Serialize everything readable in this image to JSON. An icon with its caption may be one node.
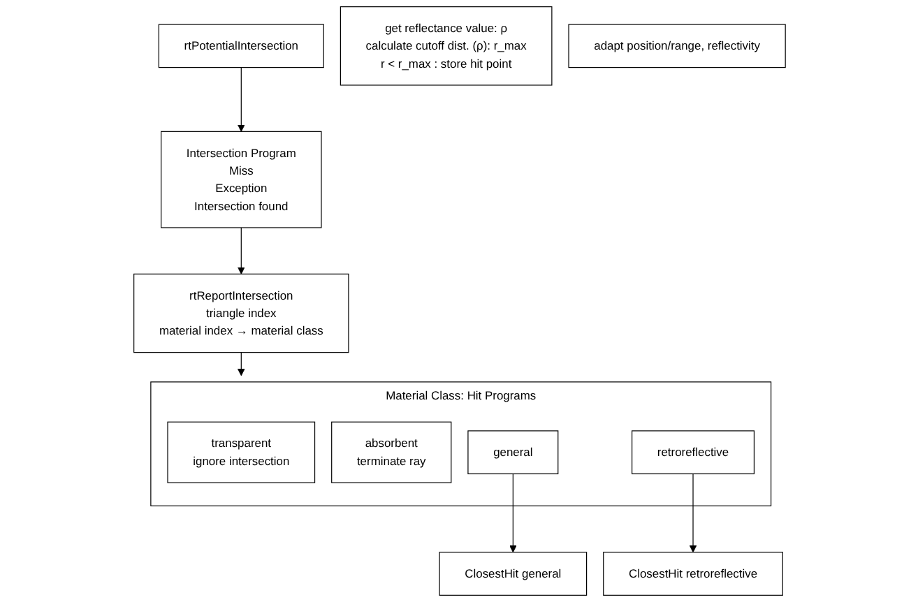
{
  "diagram": {
    "nodes": [
      {
        "text": [
          "rtPotentialIntersection"
        ]
      },
      {
        "text": [
          "Intersection Program",
          "Miss",
          "Exception",
          "Intersection found"
        ]
      },
      {
        "text": [
          "rtReportIntersection",
          "triangle index",
          "material index → material class"
        ]
      },
      {
        "text": [
          "Material Class: Hit Programs"
        ]
      },
      {
        "text": [
          "transparent",
          "ignore intersection"
        ],
        "in": 3
      },
      {
        "text": [
          "absorbent",
          "terminate ray"
        ],
        "in": 3
      },
      {
        "text": [
          "general"
        ],
        "in": 3
      },
      {
        "text": [
          "retroreflective"
        ],
        "in": 3
      },
      {
        "text": [
          "ClosestHit general"
        ]
      },
      {
        "text": [
          "ClosestHit retroreflective"
        ]
      },
      {
        "text": [
          "get reflectance value: ρ",
          "calculate cutoff dist. (ρ): r_max",
          "r < r_max : store hit point"
        ]
      },
      {
        "text": [
          "adapt position/range, reflectivity"
        ]
      }
    ],
    "edges": [
      {
        "from": 0,
        "to": 1,
        "arrow": "to"
      },
      {
        "from": 1,
        "to": 2,
        "arrow": "to"
      },
      {
        "from": 2,
        "to": 3,
        "arrow": "to"
      },
      {
        "from": 6,
        "to": 8,
        "arrow": "to"
      },
      {
        "from": 7,
        "to": 9,
        "arrow": "to"
      }
    ]
  }
}
